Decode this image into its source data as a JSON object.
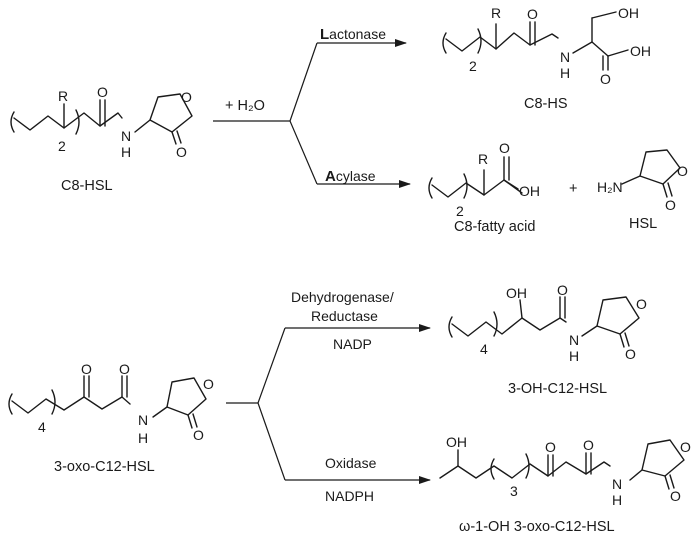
{
  "reaction_1": {
    "reagent": "+ H₂O",
    "substrate": "C8-HSL",
    "upper_branch": {
      "enzyme_initial": "L",
      "enzyme_rest": "actonase",
      "product": "C8-HS"
    },
    "lower_branch": {
      "enzyme_initial": "A",
      "enzyme_rest": "cylase",
      "product_1": "C8-fatty acid",
      "plus": "+",
      "product_2": "HSL"
    }
  },
  "reaction_2": {
    "substrate": "3-oxo-C12-HSL",
    "upper_branch": {
      "enzyme_line_1": "Dehydrogenase/",
      "enzyme_line_2": "Reductase",
      "cofactor": "NADP",
      "product": "3-OH-C12-HSL"
    },
    "lower_branch": {
      "enzyme": "Oxidase",
      "cofactor": "NADPH",
      "product": "ω-1-OH 3-oxo-C12-HSL"
    }
  },
  "atoms": {
    "R": "R",
    "O": "O",
    "N": "N",
    "H": "H",
    "OH": "OH",
    "H2N": "H₂N",
    "n2": "2",
    "n3": "3",
    "n4": "4"
  }
}
